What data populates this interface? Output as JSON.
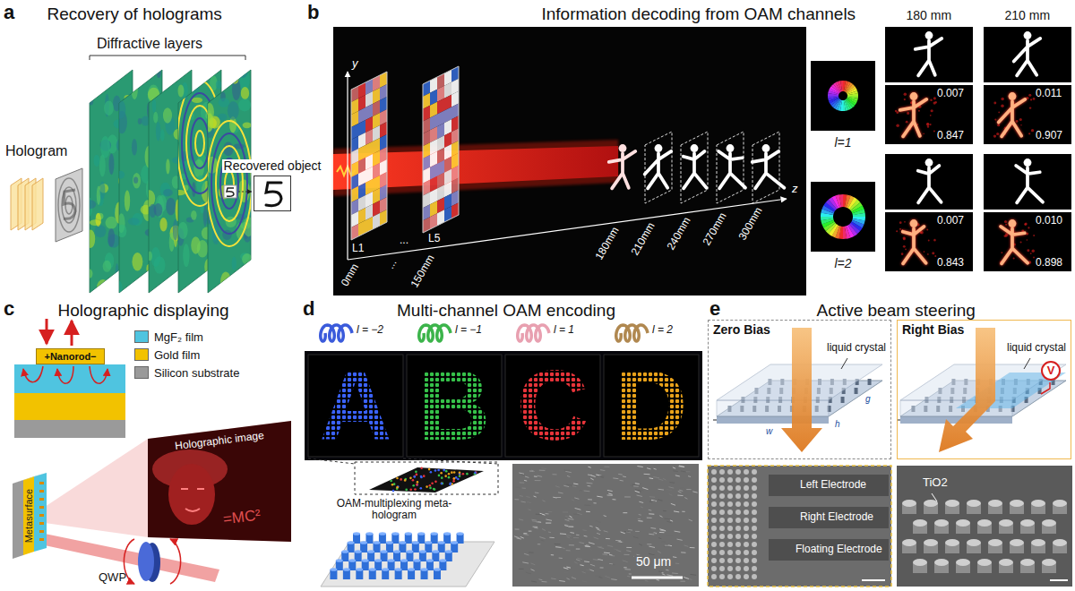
{
  "diagram": {
    "nodes": [
      {
        "text": [
          "Recovered object"
        ]
      },
      {
        "text": [
          "+Nanorod−"
        ]
      },
      {
        "text": [
          "Zero Bias",
          "liquid crystal"
        ]
      },
      {
        "text": [
          "Right Bias",
          "liquid crystal"
        ]
      },
      {
        "text": [
          "V"
        ],
        "in": 3
      }
    ],
    "labels": [
      "a",
      "Recovery of holograms",
      "Diffractive layers",
      "Hologram",
      "b",
      "Information decoding from OAM channels",
      "y",
      "L1",
      "...",
      "L5",
      "0mm",
      "...",
      "150mm",
      "180mm",
      "210mm",
      "240mm",
      "270mm",
      "300mm",
      "z",
      "l=1",
      "l=2",
      "180 mm",
      "210 mm",
      "0.007",
      "0.847",
      "0.011",
      "0.907",
      "0.007",
      "0.843",
      "0.010",
      "0.898",
      "c",
      "Holographic displaying",
      "Metasurface",
      "Holographic image",
      "=MC²",
      "QWP",
      "d",
      "Multi-channel OAM encoding",
      "l = −2",
      "l = −1",
      "l = 1",
      "l = 2",
      "A",
      "B",
      "C",
      "D",
      "OAM-multiplexing meta-hologram",
      "50 μm",
      "e",
      "Active beam steering",
      "h",
      "w",
      "g",
      "Left Electrode",
      "Right Electrode",
      "Floating Electrode",
      "TiO2"
    ],
    "legend": [
      {
        "text": "MgF₂ film",
        "color": "#4fc4e0"
      },
      {
        "text": "Gold film",
        "color": "#f2c200"
      },
      {
        "text": "Silicon substrate",
        "color": "#9a9a9a"
      }
    ]
  }
}
